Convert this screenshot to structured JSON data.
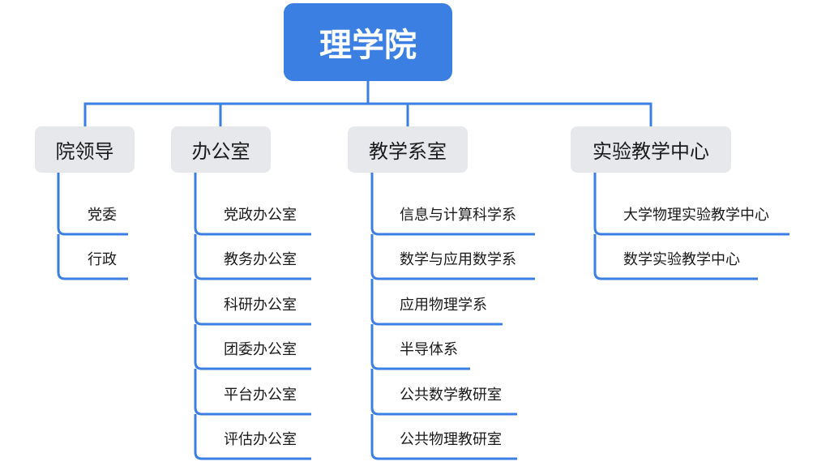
{
  "root": {
    "label": "理学院"
  },
  "branches": [
    {
      "label": "院领导",
      "items": [
        "党委",
        "行政"
      ]
    },
    {
      "label": "办公室",
      "items": [
        "党政办公室",
        "教务办公室",
        "科研办公室",
        "团委办公室",
        "平台办公室",
        "评估办公室"
      ]
    },
    {
      "label": "教学系室",
      "items": [
        "信息与计算科学系",
        "数学与应用数学系",
        "应用物理学系",
        "半导体系",
        "公共数学教研室",
        "公共物理教研室"
      ]
    },
    {
      "label": "实验教学中心",
      "items": [
        "大学物理实验教学中心",
        "数学实验教学中心"
      ]
    }
  ],
  "colors": {
    "root_fill": "#3b7fe3",
    "connector": "#3b7fe3",
    "branch_fill": "#e6e8eb"
  }
}
